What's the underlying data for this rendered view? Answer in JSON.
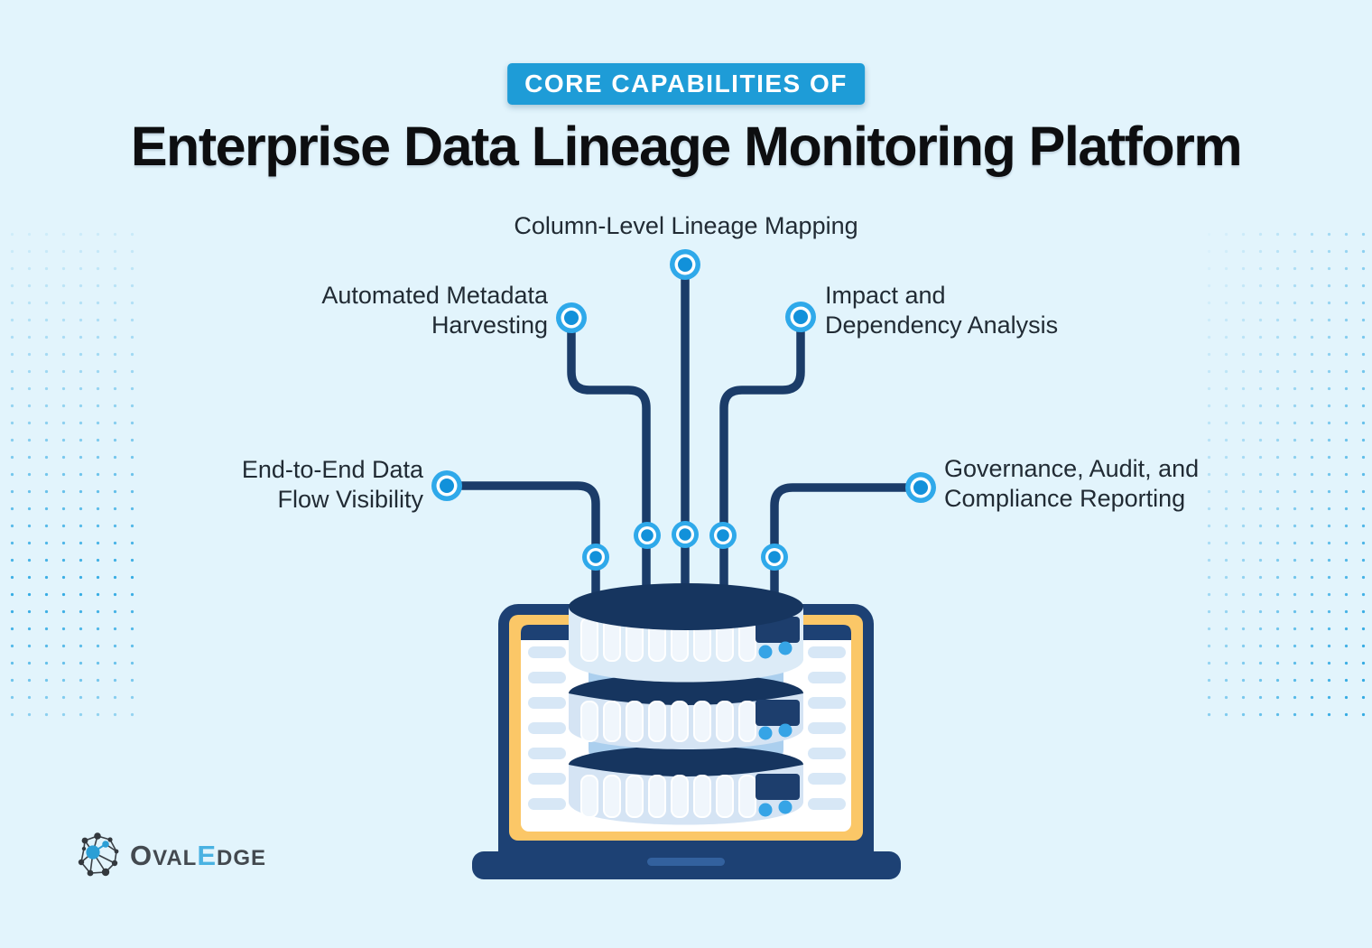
{
  "header": {
    "badge": "CORE CAPABILITIES OF",
    "title": "Enterprise Data Lineage Monitoring Platform"
  },
  "capabilities": [
    {
      "name": "column-level-lineage-mapping",
      "lines": [
        "Column-Level Lineage Mapping"
      ]
    },
    {
      "name": "automated-metadata-harvesting",
      "lines": [
        "Automated Metadata",
        "Harvesting"
      ]
    },
    {
      "name": "impact-dependency-analysis",
      "lines": [
        "Impact and",
        "Dependency Analysis"
      ]
    },
    {
      "name": "end-to-end-data-flow-visibility",
      "lines": [
        "End-to-End Data",
        "Flow Visibility"
      ]
    },
    {
      "name": "governance-audit-compliance-reporting",
      "lines": [
        "Governance, Audit, and",
        "Compliance Reporting"
      ]
    }
  ],
  "logo": {
    "part_o": "O",
    "part_val": "VAL",
    "part_e": "E",
    "part_dge": "DGE"
  },
  "colors": {
    "background": "#e2f4fc",
    "badge_blue": "#1e9cd7",
    "connector_navy": "#1b3c69",
    "node_blue": "#2fa9ea",
    "node_inner_blue": "#1291da",
    "laptop_navy": "#1d4174",
    "screen_yellow": "#fbc767",
    "disc_body": "#d5e4f4",
    "disc_joint": "#abcfee",
    "panel_navy": "#1d3e6d",
    "panel_dot_blue": "#36a4e6",
    "dot_grid_blue": "#2aa7e2",
    "logo_gray": "#43494f",
    "logo_blue": "#49b2e2"
  }
}
